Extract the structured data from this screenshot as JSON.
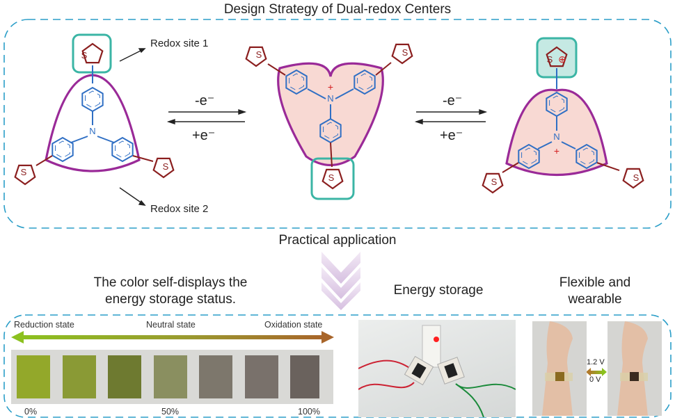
{
  "title": "Design Strategy of Dual-redox Centers",
  "annotations": {
    "redox_site_1": "Redox site 1",
    "redox_site_2": "Redox site 2"
  },
  "reactions": [
    {
      "forward": "-e⁻",
      "backward": "+e⁻"
    },
    {
      "forward": "-e⁻",
      "backward": "+e⁻"
    }
  ],
  "molecule_labels": {
    "nitrogen": "N",
    "sulfur": "S",
    "radical_cation": "+",
    "thiophene_cation": "⊕"
  },
  "practical_title": "Practical application",
  "color_display": {
    "heading_line1": "The color self-displays the",
    "heading_line2": "energy storage status.",
    "states": [
      "Reduction state",
      "Neutral state",
      "Oxidation state"
    ],
    "percentages": [
      "0%",
      "50%",
      "100%"
    ],
    "swatch_colors": [
      "#93a82a",
      "#8a9a35",
      "#6e7a30",
      "#8a8f60",
      "#7d776c",
      "#79716b",
      "#6a625d"
    ]
  },
  "energy_storage": {
    "heading": "Energy storage"
  },
  "flexible": {
    "heading_line1": "Flexible and",
    "heading_line2": "wearable",
    "voltage_high": "1.2  V",
    "voltage_low": "0  V"
  },
  "colors": {
    "frame": "#2b9ec8",
    "phenyl": "#2f6fc4",
    "thiophene": "#8b1f1f",
    "triangle": "#9a2a98",
    "highlight": "#3bb5a5",
    "fill": "#f8d9d3"
  }
}
